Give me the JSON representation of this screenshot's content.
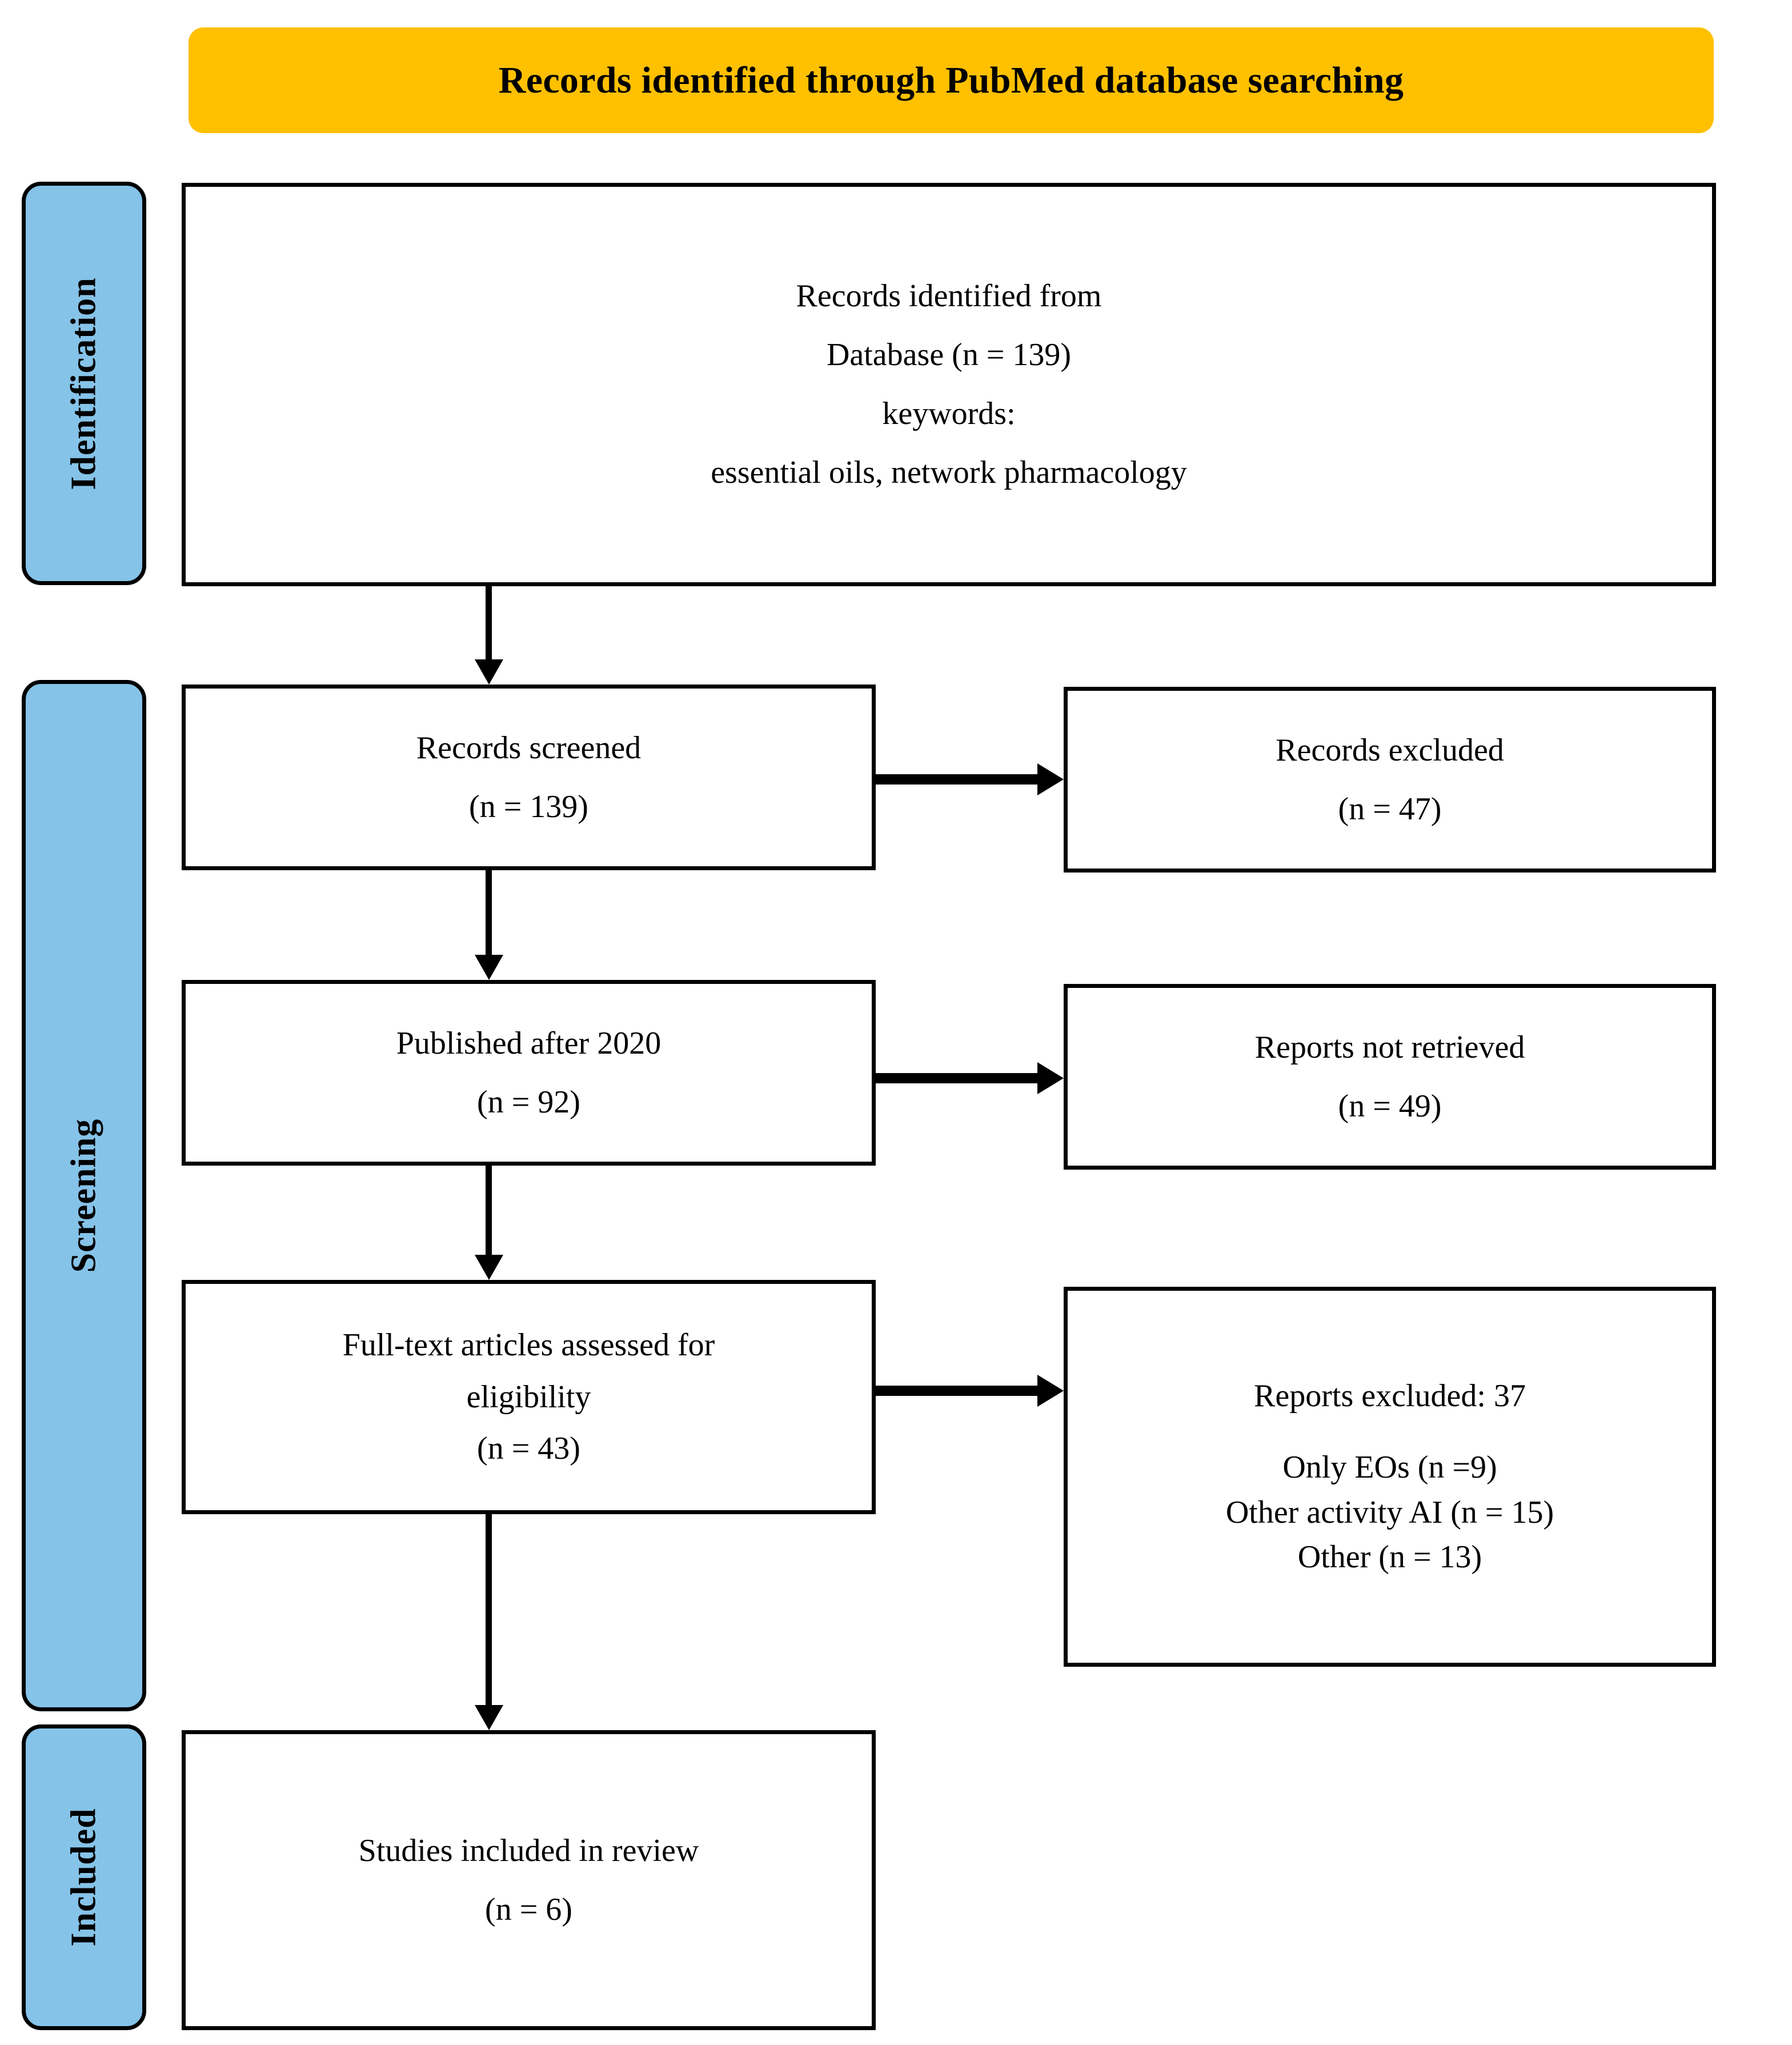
{
  "diagram": {
    "type": "prisma-flow-diagram",
    "title": "Records identified through PubMed database searching",
    "colors": {
      "title_banner": "#FFC000",
      "stage_pill": "#86C3E8",
      "box_border": "#000000",
      "box_fill": "#FFFFFF",
      "text": "#000000"
    }
  },
  "stages": [
    {
      "id": "identification",
      "label": "Identification"
    },
    {
      "id": "screening",
      "label": "Screening"
    },
    {
      "id": "included",
      "label": "Included"
    }
  ],
  "boxes": {
    "identified": {
      "id": "records-identified-from",
      "lines": [
        "Records identified from",
        "Database (n = 139)",
        "keywords:",
        "essential oils, network pharmacology"
      ]
    },
    "records_screened": {
      "id": "records-screened",
      "lines": [
        "Records screened",
        "(n = 139)"
      ]
    },
    "records_excluded": {
      "id": "records-excluded",
      "lines": [
        "Records excluded",
        "(n = 47)"
      ]
    },
    "published_after": {
      "id": "published-after-2020",
      "lines": [
        "Published after 2020",
        "(n = 92)"
      ]
    },
    "reports_not_retrieved": {
      "id": "reports-not-retrieved",
      "lines": [
        "Reports not retrieved",
        "(n = 49)"
      ]
    },
    "fulltext_assessed": {
      "id": "full-text-articles-assessed",
      "lines": [
        "Full-text articles assessed for",
        "eligibility",
        "(n = 43)"
      ]
    },
    "reports_excluded": {
      "id": "reports-excluded",
      "heading": "Reports excluded: 37",
      "reasons": [
        "Only EOs (n =9)",
        "Other activity AI (n = 15)",
        "Other (n = 13)"
      ]
    },
    "studies_included": {
      "id": "studies-included-in-review",
      "lines": [
        "Studies included in review",
        "(n = 6)"
      ]
    }
  },
  "counts": {
    "identified": 139,
    "screened": 139,
    "excluded": 47,
    "published_after_2020": 92,
    "not_retrieved": 49,
    "fulltext_assessed": 43,
    "reports_excluded_total": 37,
    "reason_only_eos": 9,
    "reason_other_activity_ai": 15,
    "reason_other": 13,
    "included": 6
  }
}
